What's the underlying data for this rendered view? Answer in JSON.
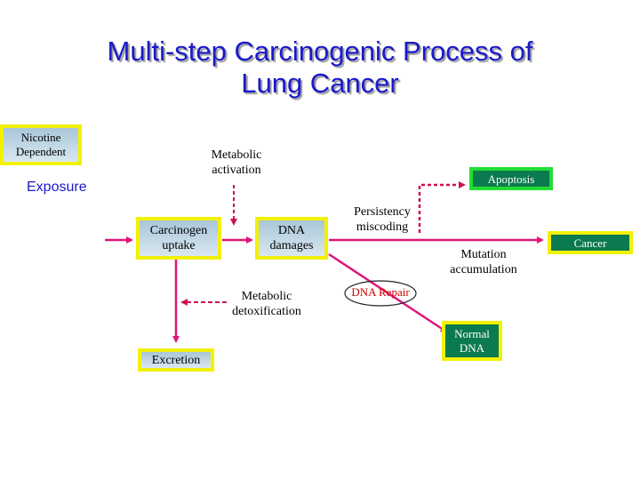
{
  "title": {
    "line1": "Multi-step Carcinogenic Process of",
    "line2": "Lung Cancer"
  },
  "nodes": {
    "nicotine": "Nicotine\nDependent",
    "exposure": "Exposure",
    "metabolic_activation": "Metabolic\nactivation",
    "apoptosis": "Apoptosis",
    "persistency": "Persistency\nmiscoding",
    "carcinogen_uptake": "Carcinogen\nuptake",
    "dna_damages": "DNA\ndamages",
    "cancer": "Cancer",
    "mutation": "Mutation\naccumulation",
    "metabolic_detox": "Metabolic\ndetoxification",
    "dna_repair": "DNA Repair",
    "normal_dna": "Normal\nDNA",
    "excretion": "Excretion"
  },
  "colors": {
    "title": "#1a1acc",
    "arrow_main": "#e0157a",
    "arrow_dashed": "#cc1155",
    "box_border": "#f2f200",
    "box_green_border": "#22dd33",
    "box_green_fill": "#0b7a4e"
  }
}
